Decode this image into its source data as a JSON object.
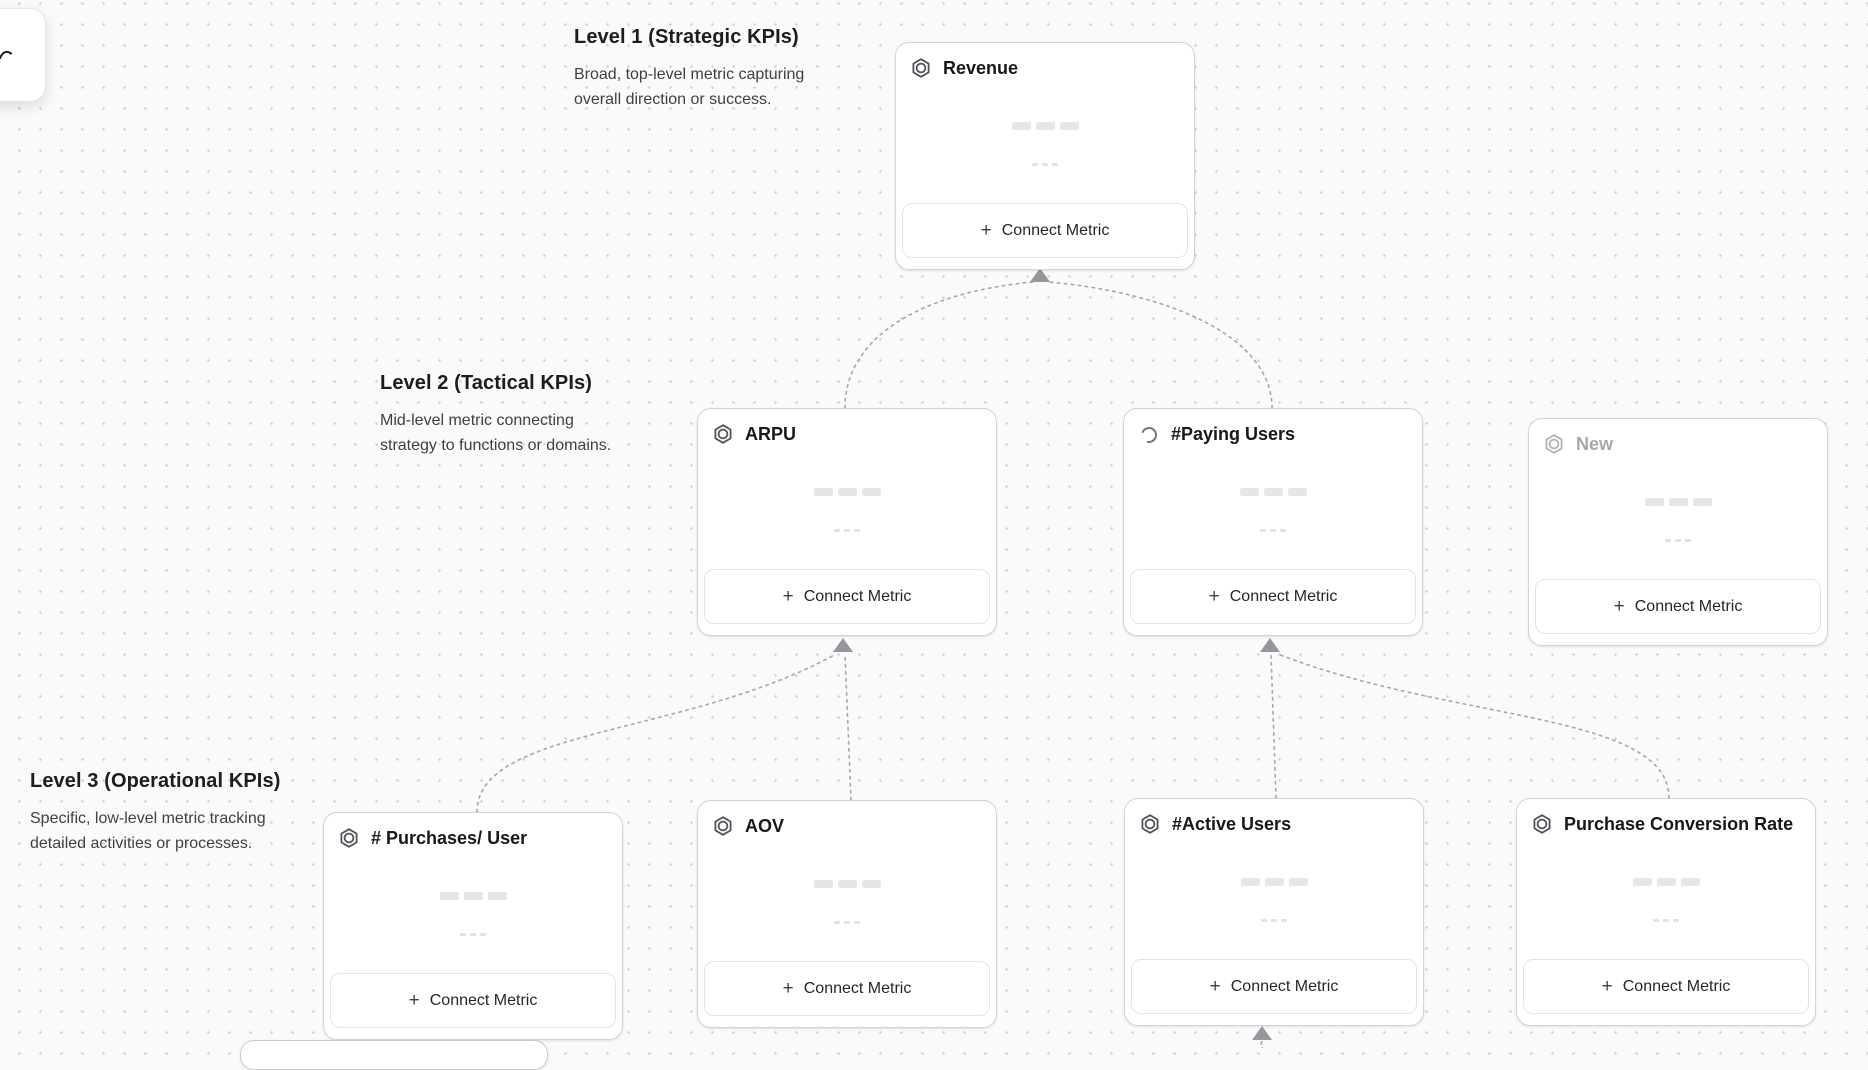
{
  "canvas": {
    "background_color": "#fafafa",
    "dot_color": "#d2d2d6",
    "connector_color": "#a6a6ab",
    "arrow_color": "#96969c"
  },
  "levels": [
    {
      "title": "Level 1 (Strategic KPIs)",
      "description_lines": [
        "Broad, top-level metric capturing",
        "overall direction or success."
      ]
    },
    {
      "title": "Level 2 (Tactical KPIs)",
      "description_lines": [
        "Mid-level metric connecting",
        "strategy to functions or domains."
      ]
    },
    {
      "title": "Level 3 (Operational KPIs)",
      "description_lines": [
        "Specific, low-level metric tracking",
        "detailed activities or processes."
      ]
    }
  ],
  "cards": [
    {
      "id": "revenue",
      "title": "Revenue",
      "icon": "metric-hexagon-icon",
      "state": "default",
      "button_label": "Connect Metric"
    },
    {
      "id": "arpu",
      "title": "ARPU",
      "icon": "metric-hexagon-icon",
      "state": "default",
      "button_label": "Connect Metric"
    },
    {
      "id": "paying-users",
      "title": "#Paying Users",
      "icon": "loading-spinner-icon",
      "state": "loading",
      "button_label": "Connect Metric"
    },
    {
      "id": "new",
      "title": "New",
      "icon": "metric-hexagon-icon",
      "state": "draft",
      "button_label": "Connect Metric"
    },
    {
      "id": "purchases-per-user",
      "title": "# Purchases/ User",
      "icon": "metric-hexagon-icon",
      "state": "default",
      "button_label": "Connect Metric"
    },
    {
      "id": "aov",
      "title": "AOV",
      "icon": "metric-hexagon-icon",
      "state": "default",
      "button_label": "Connect Metric"
    },
    {
      "id": "active-users",
      "title": "#Active Users",
      "icon": "metric-hexagon-icon",
      "state": "default",
      "button_label": "Connect Metric"
    },
    {
      "id": "purchase-conversion-rate",
      "title": "Purchase Conversion Rate",
      "icon": "metric-hexagon-icon",
      "state": "default",
      "button_label": "Connect Metric"
    }
  ]
}
